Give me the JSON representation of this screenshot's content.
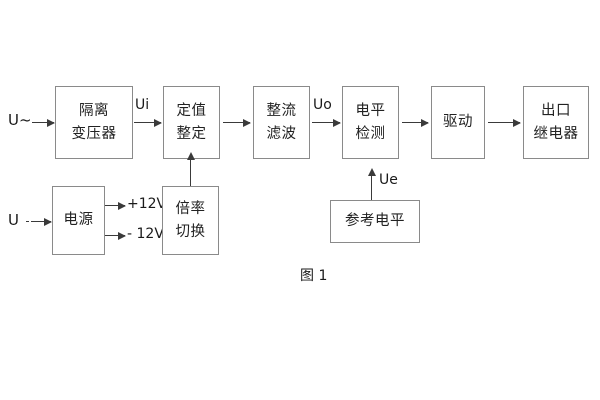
{
  "figure": {
    "caption": "图 1",
    "background_color": "#ffffff",
    "box_border_color": "#8a8a8a",
    "line_color": "#3a3a3a",
    "text_color": "#1a1a1a"
  },
  "inputs": [
    {
      "id": "ac-input",
      "label": "U~",
      "connector": "solid-arrow"
    },
    {
      "id": "dc-input",
      "label": "U",
      "connector": "dashed-arrow"
    }
  ],
  "blocks": [
    {
      "id": "isolation-transformer",
      "line1": "隔离",
      "line2": "变压器"
    },
    {
      "id": "setting-value",
      "line1": "定值",
      "line2": "整定"
    },
    {
      "id": "rectifier-filter",
      "line1": "整流",
      "line2": "滤波"
    },
    {
      "id": "level-detection",
      "line1": "电平",
      "line2": "检测"
    },
    {
      "id": "driver",
      "line1": "驱动",
      "line2": ""
    },
    {
      "id": "output-relay",
      "line1": "出口",
      "line2": "继电器"
    },
    {
      "id": "power-supply",
      "line1": "电源",
      "line2": ""
    },
    {
      "id": "multiplier-switch",
      "line1": "倍率",
      "line2": "切换"
    },
    {
      "id": "reference-level",
      "line1": "参考电平",
      "line2": ""
    }
  ],
  "signal_labels": [
    {
      "id": "ui",
      "text": "Ui"
    },
    {
      "id": "uo",
      "text": "Uo"
    },
    {
      "id": "ue",
      "text": "Ue"
    }
  ],
  "power_rails": [
    {
      "id": "rail-positive",
      "text": "+12V"
    },
    {
      "id": "rail-negative",
      "text": "- 12V"
    }
  ]
}
